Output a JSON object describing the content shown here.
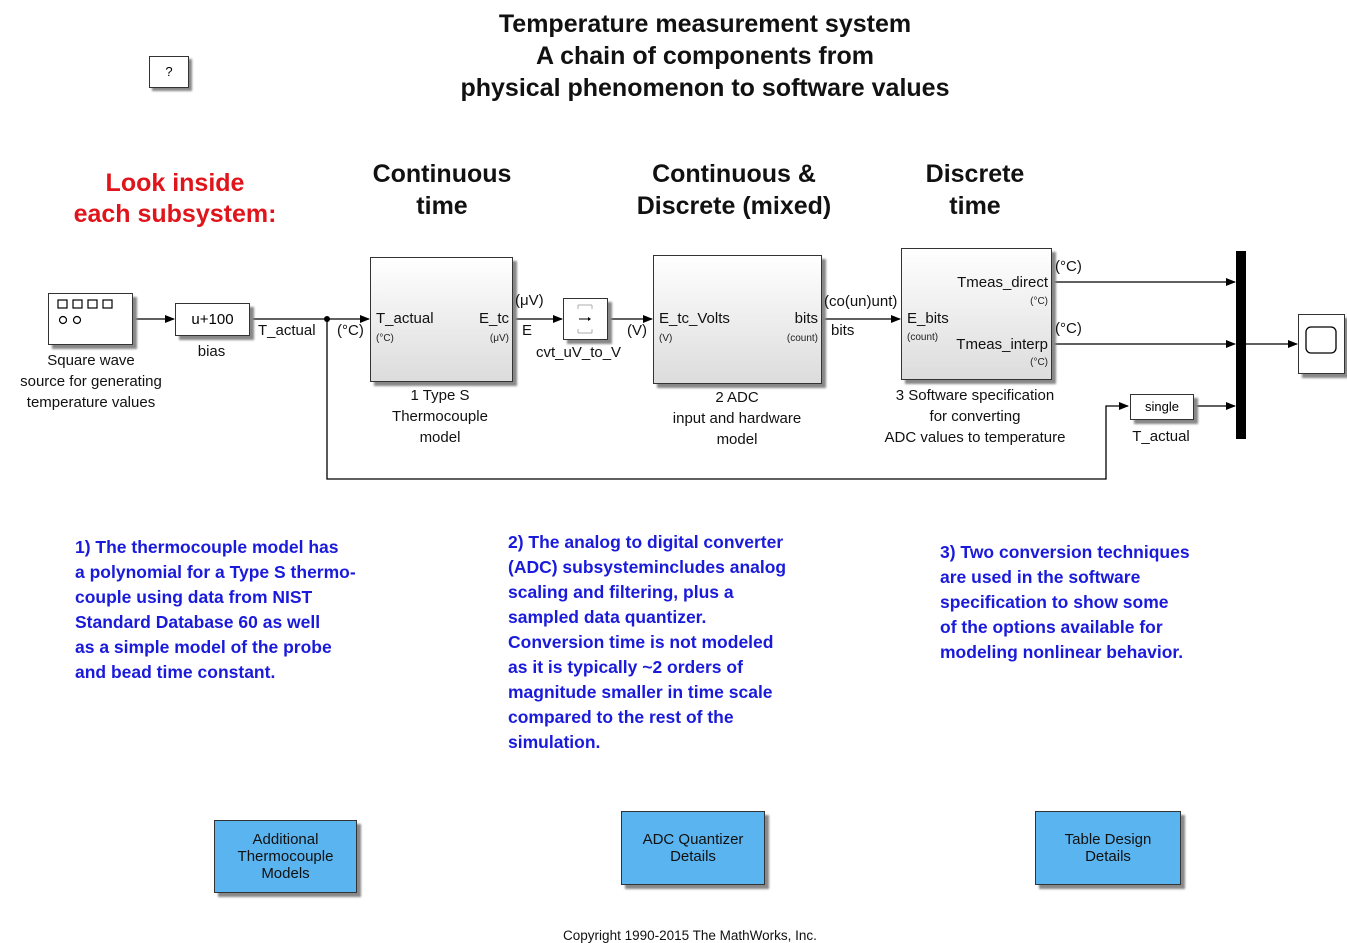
{
  "title": {
    "line1": "Temperature measurement system",
    "line2": "A chain of components from",
    "line3": "physical phenomenon to software values"
  },
  "help_button": {
    "label": "?"
  },
  "look_inside": {
    "line1": "Look inside",
    "line2": "each subsystem:"
  },
  "sections": [
    {
      "line1": "Continuous",
      "line2": "time"
    },
    {
      "line1": "Continuous &",
      "line2": "Discrete (mixed)"
    },
    {
      "line1": "Discrete",
      "line2": "time"
    }
  ],
  "blocks": {
    "source": {
      "caption": [
        "Square wave",
        "source for generating",
        "temperature values"
      ]
    },
    "bias": {
      "expr": "u+100",
      "caption": "bias"
    },
    "thermocouple": {
      "in_port": "T_actual",
      "in_unit": "(°C)",
      "out_port": "E_tc",
      "out_unit": "(μV)",
      "caption": [
        "1 Type S",
        "Thermocouple",
        "model"
      ]
    },
    "cvt": {
      "caption": "cvt_uV_to_V"
    },
    "adc": {
      "in_port": "E_tc_Volts",
      "in_unit": "(V)",
      "out_port": "bits",
      "out_unit": "(count)",
      "caption": [
        "2 ADC",
        "input and hardware",
        "model"
      ]
    },
    "software": {
      "in_port": "E_bits",
      "in_unit": "(count)",
      "out1_port": "Tmeas_direct",
      "out1_unit": "(°C)",
      "out2_port": "Tmeas_interp",
      "out2_unit": "(°C)",
      "caption": [
        "3 Software specification",
        "for converting",
        "ADC values to temperature"
      ]
    },
    "single": {
      "label": "single",
      "caption": "T_actual"
    }
  },
  "signals": {
    "t_actual": "T_actual",
    "celsius_in": "(°C)",
    "uv": "(μV)",
    "e": "E",
    "v": "(V)",
    "count_overlap": "(co(un)unt)",
    "bits": "bits",
    "c_out1": "(°C)",
    "c_out2": "(°C)"
  },
  "notes": {
    "note1": [
      "1) The thermocouple model has",
      "a polynomial for a Type S thermo-",
      "couple using data from NIST",
      "Standard Database 60 as well",
      "as a simple model of the probe",
      "and bead time constant."
    ],
    "note2": [
      "2) The analog to digital converter",
      "(ADC) subsystemincludes analog",
      "scaling and filtering, plus a",
      "sampled data quantizer.",
      "Conversion time is not modeled",
      "as it is typically ~2 orders of",
      "magnitude smaller in time scale",
      "compared to the rest of the",
      "simulation."
    ],
    "note3": [
      "3) Two conversion techniques",
      "are used  in the software",
      "specification to show some",
      "of the options available for",
      "modeling nonlinear behavior."
    ]
  },
  "buttons": {
    "additional": [
      "Additional",
      "Thermocouple",
      "Models"
    ],
    "adc_quantizer": [
      "ADC Quantizer",
      "Details"
    ],
    "table_design": [
      "Table Design",
      "Details"
    ]
  },
  "colors": {
    "red_heading": "#e0141b",
    "blue_note": "#1a1adb",
    "button_fill": "#5ab4f0"
  },
  "copyright": "Copyright 1990-2015 The MathWorks, Inc."
}
